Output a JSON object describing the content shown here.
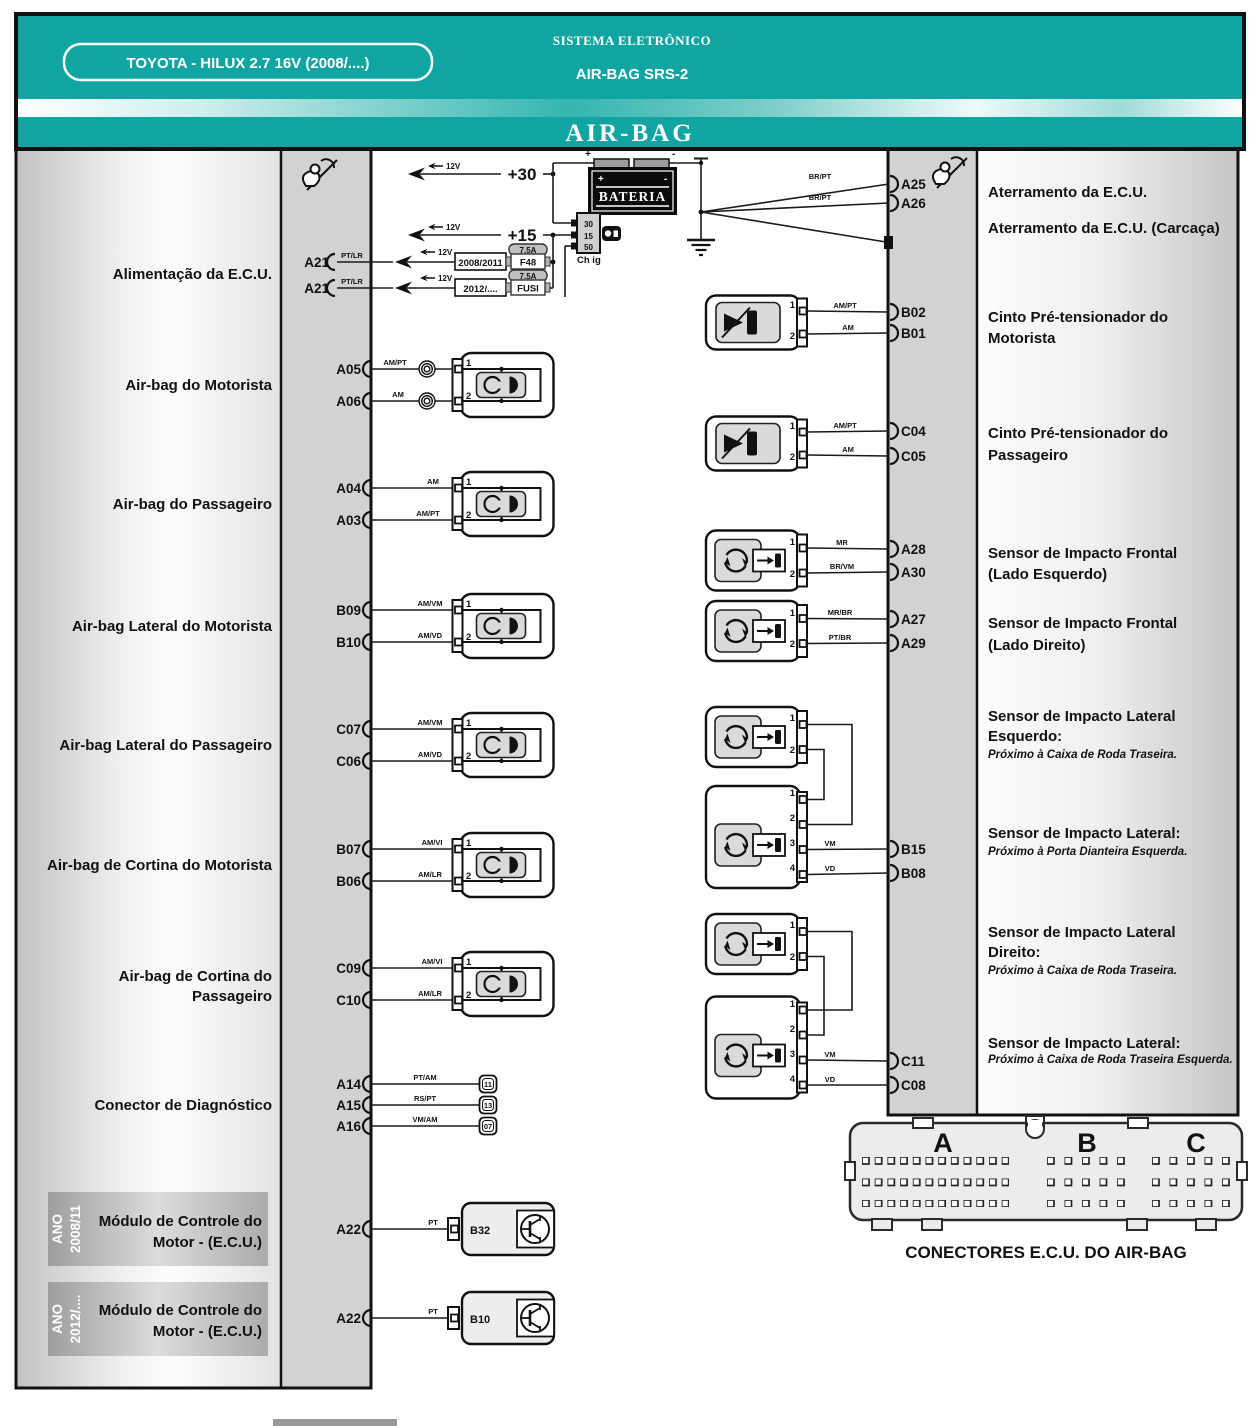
{
  "header": {
    "vehicle": "TOYOTA - HILUX 2.7 16V (2008/....)",
    "sys1": "SISTEMA ELETRÔNICO",
    "sys2": "AIR-BAG SRS-2",
    "banner": "AIR-BAG"
  },
  "colors": {
    "teal": "#11a5a1",
    "strip_gray": "#d2d2d2",
    "wire": "#1a1a1a"
  },
  "nums": [
    "1",
    "2",
    "3",
    "4"
  ],
  "power": {
    "label": "Alimentação da E.C.U.",
    "plus30": "+30",
    "plus15": "+15",
    "v12": "12V",
    "battery": "BATERIA",
    "plus": "+",
    "minus": "-",
    "ign": {
      "t30": "30",
      "t15": "15",
      "t50": "50",
      "label": "Ch ig"
    },
    "rows": [
      {
        "pin": "A21",
        "wire": "PT/LR",
        "year": "2008/2011",
        "amp": "7.5A",
        "fuse": "F48"
      },
      {
        "pin": "A21",
        "wire": "PT/LR",
        "year": "2012/....",
        "amp": "7.5A",
        "fuse": "FUSI"
      }
    ]
  },
  "left_rows": [
    {
      "label": "Air-bag do Motorista",
      "pins": [
        {
          "n": "A05",
          "w": "AM/PT"
        },
        {
          "n": "A06",
          "w": "AM"
        }
      ]
    },
    {
      "label": "Air-bag do Passageiro",
      "pins": [
        {
          "n": "A04",
          "w": "AM"
        },
        {
          "n": "A03",
          "w": "AM/PT"
        }
      ]
    },
    {
      "label": "Air-bag Lateral do Motorista",
      "pins": [
        {
          "n": "B09",
          "w": "AM/VM"
        },
        {
          "n": "B10",
          "w": "AM/VD"
        }
      ]
    },
    {
      "label": "Air-bag Lateral do Passageiro",
      "pins": [
        {
          "n": "C07",
          "w": "AM/VM"
        },
        {
          "n": "C06",
          "w": "AM/VD"
        }
      ]
    },
    {
      "label": "Air-bag de Cortina do Motorista",
      "pins": [
        {
          "n": "B07",
          "w": "AM/VI"
        },
        {
          "n": "B06",
          "w": "AM/LR"
        }
      ]
    },
    {
      "label_l1": "Air-bag de Cortina do",
      "label_l2": "Passageiro",
      "pins": [
        {
          "n": "C09",
          "w": "AM/VI"
        },
        {
          "n": "C10",
          "w": "AM/LR"
        }
      ]
    }
  ],
  "diag": {
    "label": "Conector de Diagnóstico",
    "pins": [
      {
        "n": "A14",
        "w": "PT/AM",
        "d": "11"
      },
      {
        "n": "A15",
        "w": "RS/PT",
        "d": "13"
      },
      {
        "n": "A16",
        "w": "VM/AM",
        "d": "07"
      }
    ]
  },
  "modules": [
    {
      "ano": "ANO",
      "year": "2008/11",
      "l1": "Módulo de Controle do",
      "l2": "Motor - (E.C.U.)",
      "pin": "A22",
      "w": "PT",
      "conn": "B32"
    },
    {
      "ano": "ANO",
      "year": "2012/....",
      "l1": "Módulo de Controle do",
      "l2": "Motor - (E.C.U.)",
      "pin": "A22",
      "w": "PT",
      "conn": "B10"
    }
  ],
  "right": {
    "ground": {
      "l1": "Aterramento da E.C.U.",
      "l2": "Aterramento da E.C.U. (Carcaça)",
      "pins": [
        {
          "n": "A25",
          "w": "BR/PT"
        },
        {
          "n": "A26",
          "w": "BR/PT"
        }
      ]
    },
    "belts": [
      {
        "l1": "Cinto Pré-tensionador do",
        "l2": "Motorista",
        "pins": [
          {
            "n": "B02",
            "w": "AM/PT"
          },
          {
            "n": "B01",
            "w": "AM"
          }
        ]
      },
      {
        "l1": "Cinto Pré-tensionador do",
        "l2": "Passageiro",
        "pins": [
          {
            "n": "C04",
            "w": "AM/PT"
          },
          {
            "n": "C05",
            "w": "AM"
          }
        ]
      }
    ],
    "frontal": [
      {
        "l1": "Sensor de Impacto Frontal",
        "l2": "(Lado Esquerdo)",
        "pins": [
          {
            "n": "A28",
            "w": "MR"
          },
          {
            "n": "A30",
            "w": "BR/VM"
          }
        ]
      },
      {
        "l1": "Sensor de Impacto Frontal",
        "l2": "(Lado Direito)",
        "pins": [
          {
            "n": "A27",
            "w": "MR/BR"
          },
          {
            "n": "A29",
            "w": "PT/BR"
          }
        ]
      }
    ],
    "lateral": [
      {
        "l1": "Sensor de Impacto Lateral",
        "l2": "Esquerdo:",
        "sub": "Próximo à Caixa de Roda Traseira."
      },
      {
        "l1": "Sensor de Impacto Lateral:",
        "sub": "Próximo à Porta Dianteira Esquerda.",
        "pins": [
          {
            "n": "B15",
            "w": "VM"
          },
          {
            "n": "B08",
            "w": "VD"
          }
        ]
      },
      {
        "l1": "Sensor de Impacto Lateral",
        "l2": "Direito:",
        "sub": "Próximo à Caixa de Roda Traseira."
      },
      {
        "l1": "Sensor de Impacto Lateral:",
        "sub": "Próximo à Caixa de Roda Traseira Esquerda.",
        "pins": [
          {
            "n": "C11",
            "w": "VM"
          },
          {
            "n": "C08",
            "w": "VD"
          }
        ]
      }
    ]
  },
  "ecu_conn": {
    "a": "A",
    "b": "B",
    "c": "C",
    "caption": "CONECTORES E.C.U. DO AIR-BAG"
  }
}
